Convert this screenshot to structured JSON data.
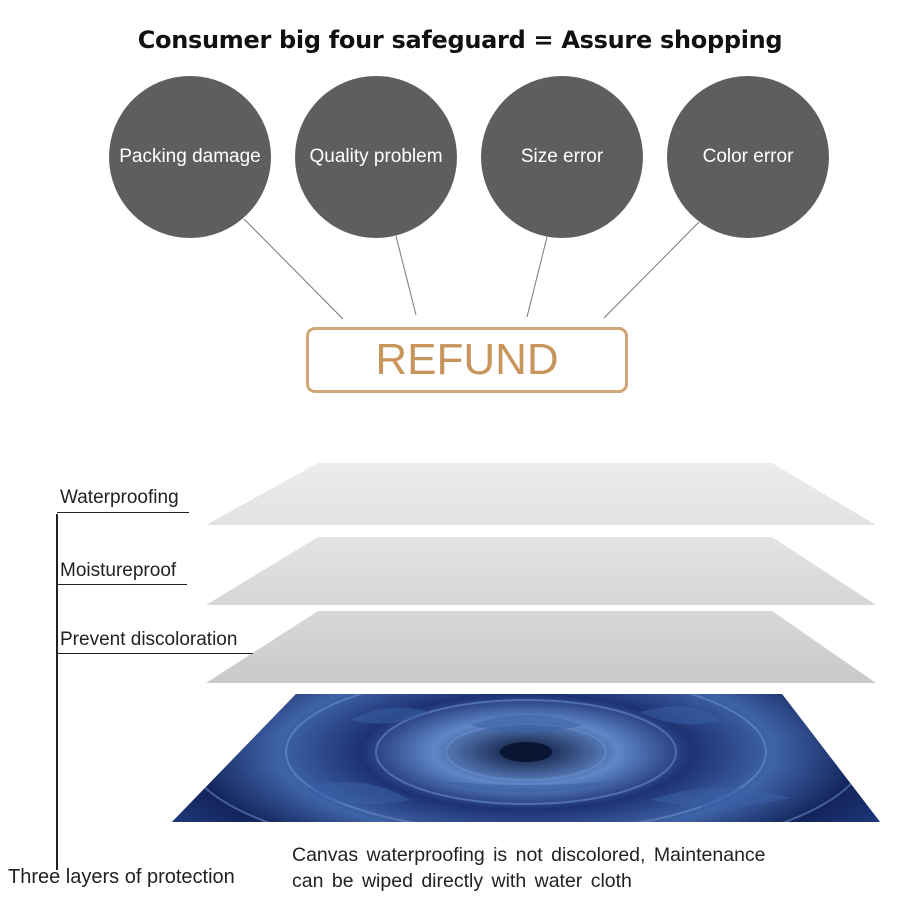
{
  "header": {
    "title": "Consumer big four safeguard = Assure shopping"
  },
  "safeguards": [
    {
      "label": "Packing  damage"
    },
    {
      "label": "Quality  problem"
    },
    {
      "label": "Size  error"
    },
    {
      "label": "Color  error"
    }
  ],
  "refund": {
    "label": "REFUND"
  },
  "layers": [
    {
      "label": "Waterproofing"
    },
    {
      "label": "Moistureproof"
    },
    {
      "label": "Prevent  discoloration"
    }
  ],
  "protection": {
    "label": "Three layers of protection"
  },
  "description": {
    "line1": "Canvas  waterproofing  is  not  discolored,  Maintenance",
    "line2": "can  be  wiped  directly  with  water  cloth"
  },
  "colors": {
    "circle": "#5e5e5e",
    "refund_border": "#d0a676",
    "refund_text": "#c8955c",
    "canvas_dark": "#0a1433",
    "canvas_light": "#5f86c8"
  }
}
